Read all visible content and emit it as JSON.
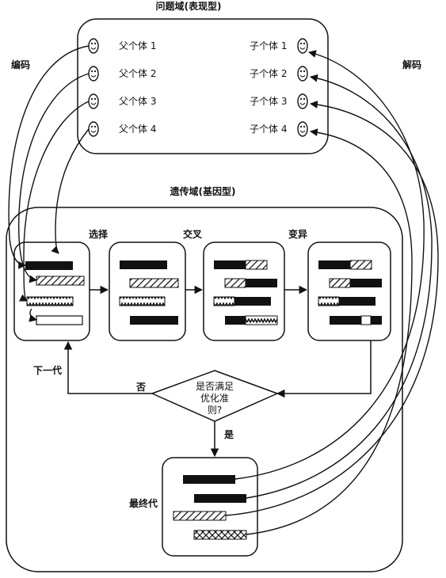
{
  "problem_domain": {
    "title": "问题域(表现型)",
    "parents": [
      "父个体 1",
      "父个体 2",
      "父个体 3",
      "父个体 4"
    ],
    "children": [
      "子个体 1",
      "子个体 2",
      "子个体 3",
      "子个体 4"
    ]
  },
  "labels": {
    "encode": "编码",
    "decode": "解码"
  },
  "genetic_domain": {
    "title": "遗传域(基因型)",
    "stages": [
      "选择",
      "交叉",
      "变异"
    ],
    "decision": [
      "是否满足",
      "优化准",
      "则?"
    ],
    "no_label": "否",
    "yes_label": "是",
    "next_gen_label": "下一代",
    "final_gen_label": "最终代"
  }
}
